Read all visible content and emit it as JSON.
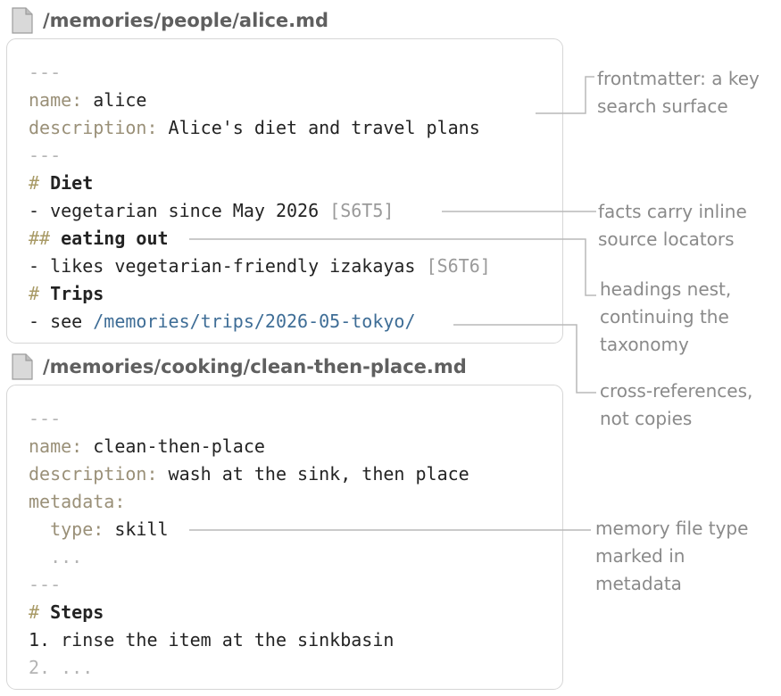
{
  "file1": {
    "path": "/memories/people/alice.md",
    "lines": {
      "fm_open": "---",
      "name_key": "name:",
      "name_val": " alice",
      "desc_key": "description:",
      "desc_val": " Alice's diet and travel plans",
      "fm_close": "---",
      "h_diet_mark": "#",
      "h_diet": " Diet",
      "diet_item": "- vegetarian since May 2026 ",
      "diet_src": "[S6T5]",
      "h_eat_mark": "##",
      "h_eat": " eating out",
      "eat_item": "- likes vegetarian-friendly izakayas ",
      "eat_src": "[S6T6]",
      "h_trips_mark": "#",
      "h_trips": " Trips",
      "trips_item": "- see ",
      "trips_link": "/memories/trips/2026-05-tokyo/"
    }
  },
  "file2": {
    "path": "/memories/cooking/clean-then-place.md",
    "lines": {
      "fm_open": "---",
      "name_key": "name:",
      "name_val": " clean-then-place",
      "desc_key": "description:",
      "desc_val": " wash at the sink, then place",
      "meta_key": "metadata:",
      "type_key": "  type:",
      "type_val": " skill",
      "ellipsis": "  ...",
      "fm_close": "---",
      "h_steps_mark": "#",
      "h_steps": " Steps",
      "step1_num": "1.",
      "step1": " rinse the item at the sinkbasin",
      "step2": "2. ..."
    }
  },
  "annotations": {
    "frontmatter": [
      "frontmatter: a key",
      "search surface"
    ],
    "facts": [
      "facts carry inline",
      "source locators"
    ],
    "headings": [
      "headings nest,",
      "continuing the",
      "taxonomy"
    ],
    "crossref": [
      "cross-references,",
      "not copies"
    ],
    "filetype": [
      "memory file type",
      "marked in",
      "metadata"
    ]
  }
}
